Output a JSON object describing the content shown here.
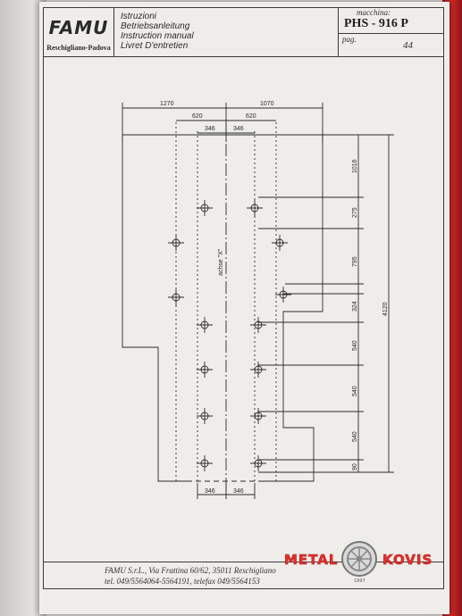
{
  "header": {
    "brand": "FAMU",
    "location": "Reschigliano-Padova",
    "titles": [
      "Istruzioni",
      "Betriebsanleitung",
      "Instruction manual",
      "Livret D'entretien"
    ],
    "machine_label": "macchina:",
    "machine": "PHS - 916 P",
    "page_label": "pag.",
    "page": "44"
  },
  "drawing": {
    "axis_label": "achse \"X\"",
    "top_dims": [
      "1270",
      "1070",
      "620",
      "620",
      "346",
      "346"
    ],
    "bottom_dims": [
      "346",
      "346"
    ],
    "right_dims": [
      "1016",
      "275",
      "795",
      "324",
      "540",
      "540",
      "540",
      "90"
    ],
    "total_height": "4120"
  },
  "footer": {
    "line1": "FAMU S.r.L., Via Frattina 60/62, 35011 Reschigliano",
    "line2": "tel. 049/5564064-5564191, telefax 049/5564153"
  },
  "watermark": {
    "left": "METAL",
    "right": "KOVIS",
    "year": "1997"
  }
}
